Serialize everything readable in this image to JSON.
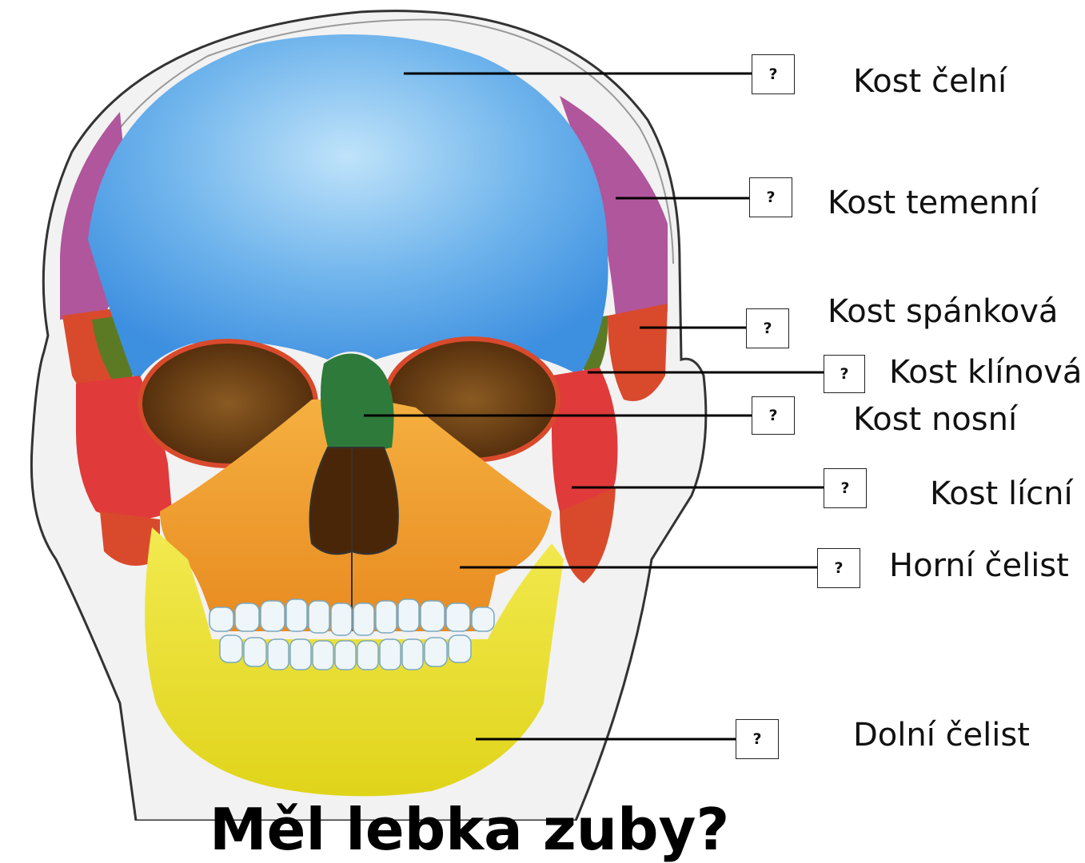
{
  "answer_box_text": "?",
  "labels": [
    "Kost čelní",
    "Kost temenní",
    "Kost spánková",
    "Kost klínová",
    "Kost nosní",
    "Kost lícní",
    "Horní čelist",
    "Dolní čelist"
  ],
  "bottom_title": "Měl lebka zuby?",
  "colors": {
    "frontal": "#3d8fe0",
    "parietal": "#b0569c",
    "temporal": "#d94a2c",
    "sphenoid": "#5c7a24",
    "nasal": "#2e7a3a",
    "zygomatic": "#e03a3a",
    "maxilla": "#f0962a",
    "mandible": "#e8e028",
    "orbit": "#5a3010",
    "teeth": "#eef6fa"
  }
}
